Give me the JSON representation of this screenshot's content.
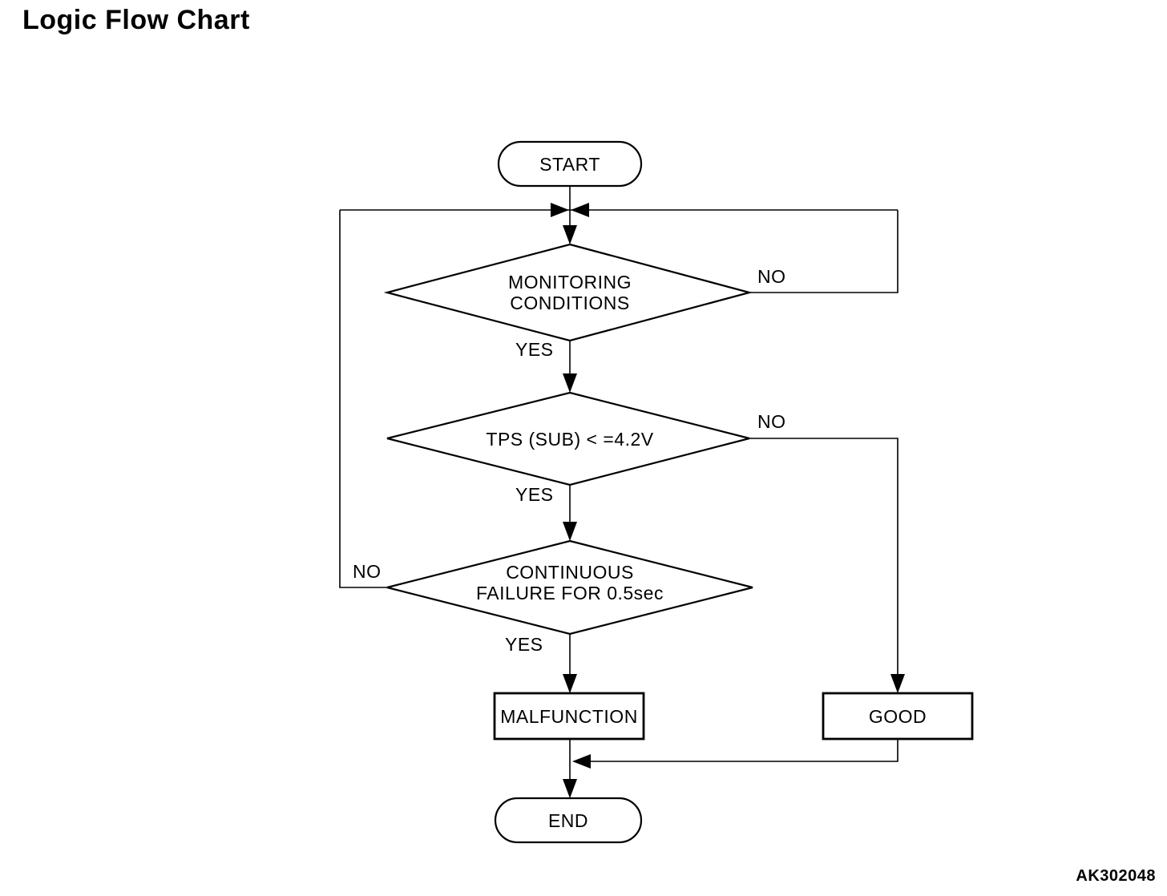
{
  "title": "Logic Flow Chart",
  "footer_code": "AK302048",
  "nodes": {
    "start": "START",
    "monitoring": "MONITORING\nCONDITIONS",
    "tps": "TPS (SUB) < =4.2V",
    "continuous": "CONTINUOUS\nFAILURE FOR 0.5sec",
    "malfunction": "MALFUNCTION",
    "good": "GOOD",
    "end": "END"
  },
  "edges": {
    "monitoring_no": "NO",
    "monitoring_yes": "YES",
    "tps_no": "NO",
    "tps_yes": "YES",
    "continuous_no": "NO",
    "continuous_yes": "YES"
  },
  "colors": {
    "stroke": "#000000",
    "fill": "#ffffff",
    "text": "#000000",
    "background": "#ffffff"
  }
}
